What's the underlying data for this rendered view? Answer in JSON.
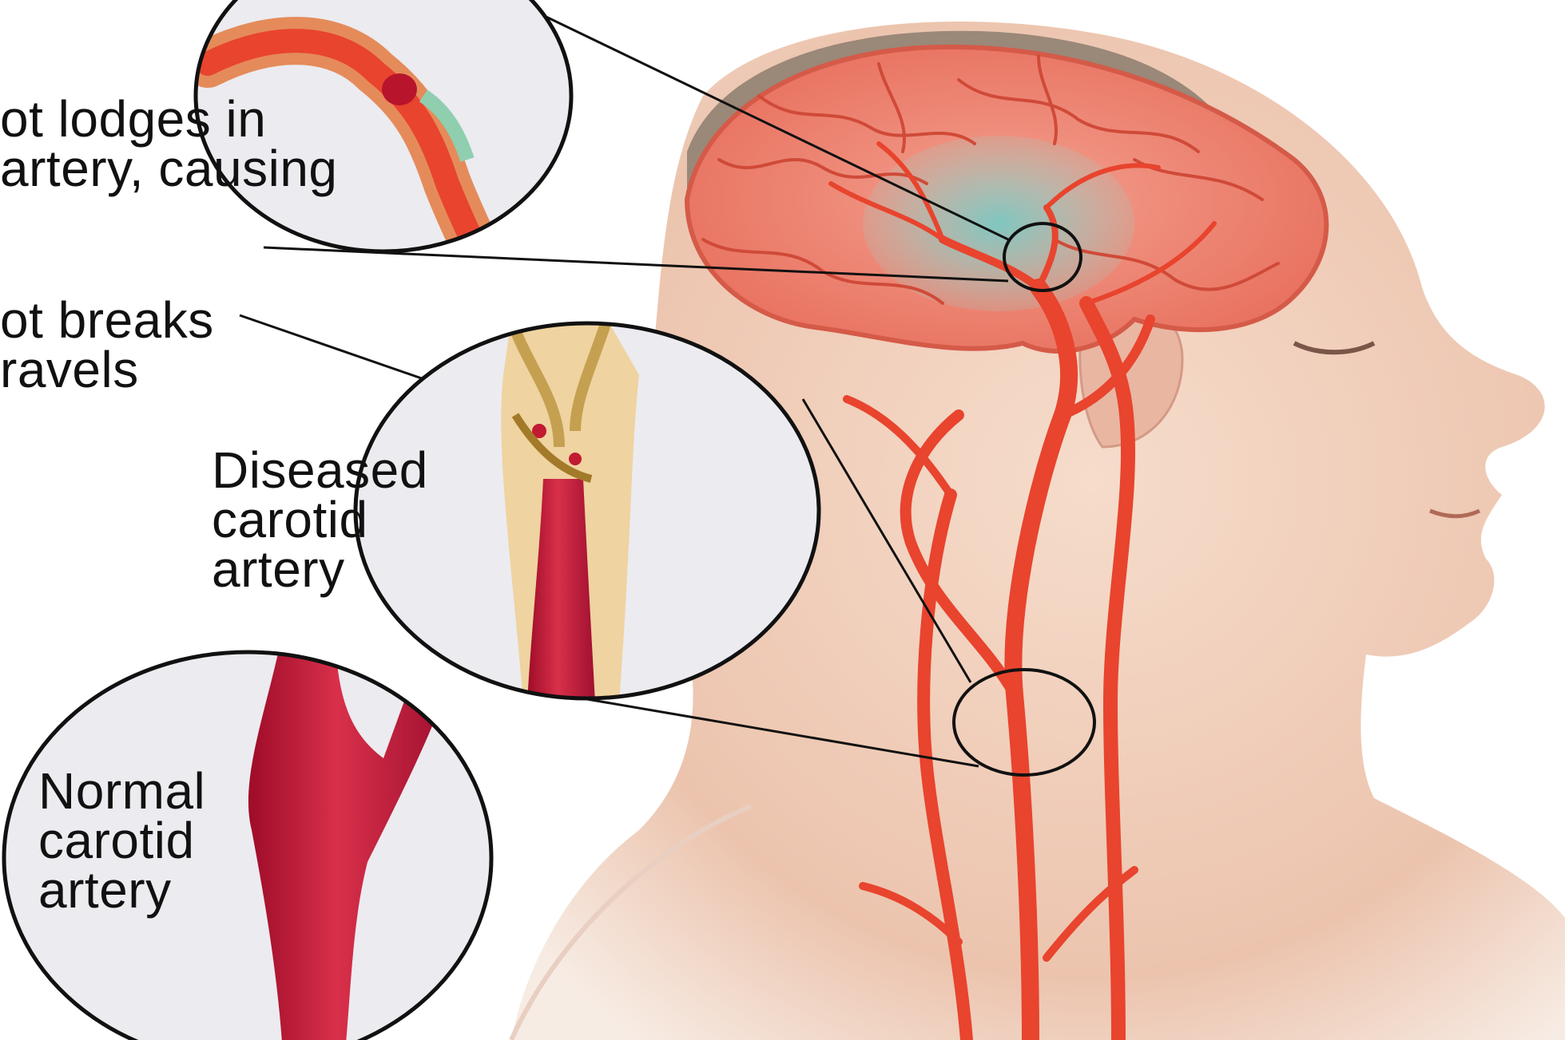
{
  "labels": {
    "clot_lodges": "ot lodges in\n artery, causing",
    "clot_breaks": "ot breaks\nravels",
    "diseased": "Diseased\ncarotid\nartery",
    "normal": "Normal\ncarotid\nartery"
  },
  "colors": {
    "artery": "#e8442e",
    "artery_dark": "#b8142c",
    "brain": "#f08a78",
    "infarct": "#7fc6c0",
    "skin": "#f2d2c0",
    "hair": "#9a8878",
    "plaque": "#e4c07a",
    "inset_bg": "#ecebf0",
    "outline": "#111111"
  }
}
